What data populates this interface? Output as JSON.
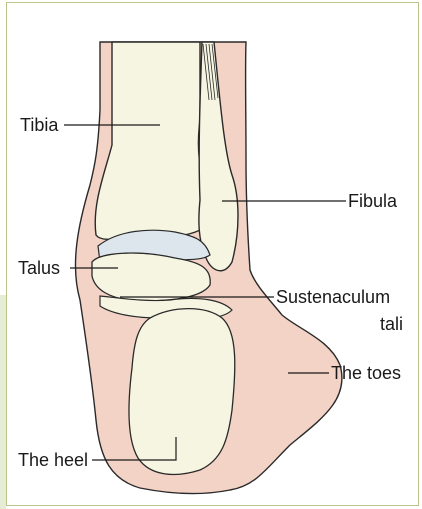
{
  "figure": {
    "labels": {
      "tibia": "Tibia",
      "fibula": "Fibula",
      "talus": "Talus",
      "sustentaculum_line1": "Sustenaculum",
      "sustentaculum_line2": "tali",
      "toes": "The toes",
      "heel": "The heel"
    },
    "colors": {
      "skin": "#f4d3c7",
      "bone": "#f6f5e1",
      "cartilage": "#dde6ec",
      "outline": "#2a2a2a",
      "frame": "#b9c58a"
    }
  }
}
